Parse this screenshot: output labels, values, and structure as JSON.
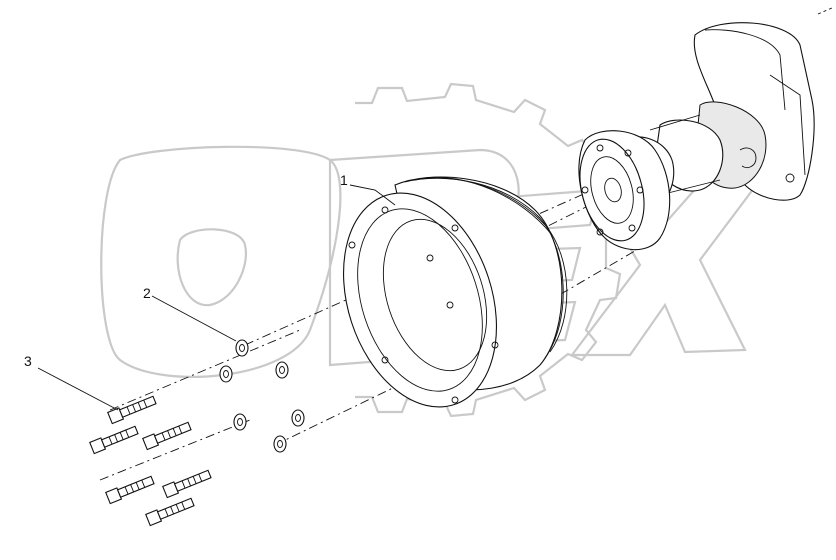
{
  "callouts": [
    {
      "number": "1",
      "part": "pulley"
    },
    {
      "number": "2",
      "part": "washer"
    },
    {
      "number": "3",
      "part": "bolt"
    }
  ],
  "watermark": {
    "text": "OPEX",
    "color": "#c9c9c9"
  },
  "colors": {
    "line": "#111111",
    "background": "#ffffff"
  }
}
